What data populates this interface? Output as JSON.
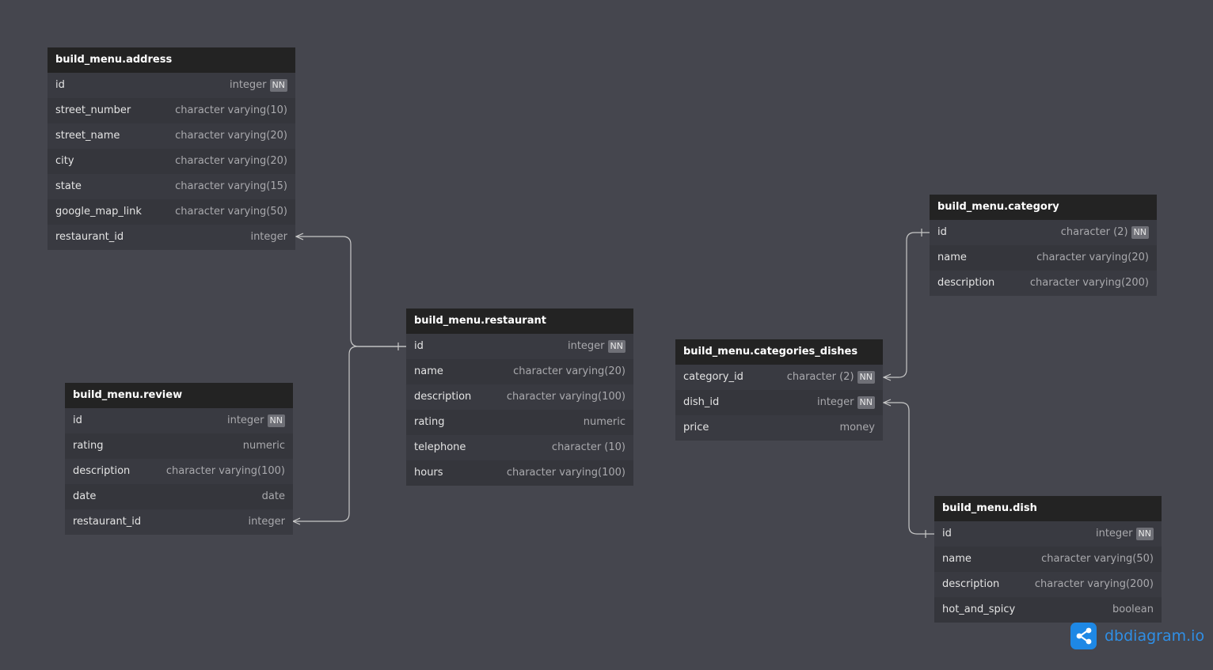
{
  "colors": {
    "background": "#45464e",
    "header": "#232323",
    "connector": "#c8c8c8",
    "brand": "#1e88e5"
  },
  "tables": {
    "address": {
      "name": "build_menu.address",
      "fields": [
        {
          "name": "id",
          "type": "integer",
          "nn": "NN"
        },
        {
          "name": "street_number",
          "type": "character varying(10)"
        },
        {
          "name": "street_name",
          "type": "character varying(20)"
        },
        {
          "name": "city",
          "type": "character varying(20)"
        },
        {
          "name": "state",
          "type": "character varying(15)"
        },
        {
          "name": "google_map_link",
          "type": "character varying(50)"
        },
        {
          "name": "restaurant_id",
          "type": "integer"
        }
      ]
    },
    "review": {
      "name": "build_menu.review",
      "fields": [
        {
          "name": "id",
          "type": "integer",
          "nn": "NN"
        },
        {
          "name": "rating",
          "type": "numeric"
        },
        {
          "name": "description",
          "type": "character varying(100)"
        },
        {
          "name": "date",
          "type": "date"
        },
        {
          "name": "restaurant_id",
          "type": "integer"
        }
      ]
    },
    "restaurant": {
      "name": "build_menu.restaurant",
      "fields": [
        {
          "name": "id",
          "type": "integer",
          "nn": "NN"
        },
        {
          "name": "name",
          "type": "character varying(20)"
        },
        {
          "name": "description",
          "type": "character varying(100)"
        },
        {
          "name": "rating",
          "type": "numeric"
        },
        {
          "name": "telephone",
          "type": "character (10)"
        },
        {
          "name": "hours",
          "type": "character varying(100)"
        }
      ]
    },
    "categories_dishes": {
      "name": "build_menu.categories_dishes",
      "fields": [
        {
          "name": "category_id",
          "type": "character (2)",
          "nn": "NN"
        },
        {
          "name": "dish_id",
          "type": "integer",
          "nn": "NN"
        },
        {
          "name": "price",
          "type": "money"
        }
      ]
    },
    "category": {
      "name": "build_menu.category",
      "fields": [
        {
          "name": "id",
          "type": "character (2)",
          "nn": "NN"
        },
        {
          "name": "name",
          "type": "character varying(20)"
        },
        {
          "name": "description",
          "type": "character varying(200)"
        }
      ]
    },
    "dish": {
      "name": "build_menu.dish",
      "fields": [
        {
          "name": "id",
          "type": "integer",
          "nn": "NN"
        },
        {
          "name": "name",
          "type": "character varying(50)"
        },
        {
          "name": "description",
          "type": "character varying(200)"
        },
        {
          "name": "hot_and_spicy",
          "type": "boolean"
        }
      ]
    }
  },
  "relationships": [
    {
      "from": "address.restaurant_id",
      "to": "restaurant.id",
      "cardinality": "many-to-one"
    },
    {
      "from": "review.restaurant_id",
      "to": "restaurant.id",
      "cardinality": "many-to-one"
    },
    {
      "from": "categories_dishes.category_id",
      "to": "category.id",
      "cardinality": "many-to-one"
    },
    {
      "from": "categories_dishes.dish_id",
      "to": "dish.id",
      "cardinality": "many-to-one"
    }
  ],
  "brand": {
    "icon": "share-nodes-icon",
    "text": "dbdiagram.io"
  }
}
